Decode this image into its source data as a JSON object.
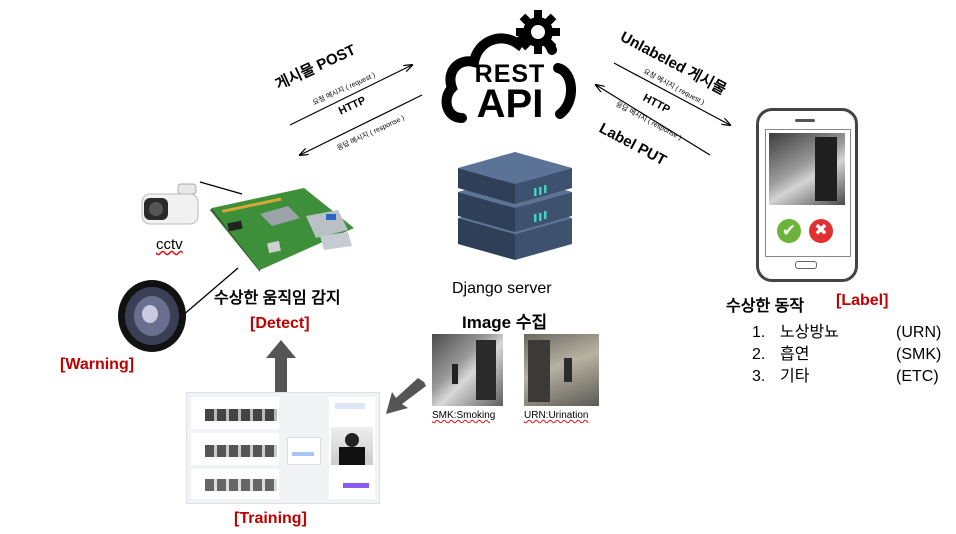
{
  "api": {
    "line1": "REST",
    "line2": "API"
  },
  "left_exchange": {
    "title": "게시물 POST",
    "request": "요청 메시지 ( request )",
    "protocol": "HTTP",
    "response": "응답 메시지 ( response )"
  },
  "right_exchange": {
    "title": "Unlabeled 게시물",
    "request": "요청 메시지 ( request )",
    "protocol": "HTTP",
    "response": "응답 메시지 ( response )",
    "bottom": "Label PUT"
  },
  "device": {
    "cctv_label": "cctv",
    "detect_title": "수상한 움직임 감지",
    "detect_tag": "[Detect]",
    "warning_tag": "[Warning]"
  },
  "server": {
    "label": "Django server",
    "collect_title": "Image 수집",
    "samples": [
      {
        "caption": "SMK:Smoking"
      },
      {
        "caption": "URN:Urination"
      }
    ]
  },
  "training": {
    "tag": "[Training]"
  },
  "labeling": {
    "title": "수상한 동작",
    "tag": "[Label]",
    "items": [
      {
        "num": "1.",
        "name": "노상방뇨",
        "code": "(URN)"
      },
      {
        "num": "2.",
        "name": "흡연",
        "code": "(SMK)"
      },
      {
        "num": "3.",
        "name": "기타",
        "code": "(ETC)"
      }
    ]
  },
  "colors": {
    "accent_red": "#c00000",
    "server_dark": "#2f3f57",
    "server_mid": "#4a5f7e",
    "server_led": "#3fd3c0",
    "check_green": "#6bb33a",
    "cross_red": "#e03030"
  }
}
